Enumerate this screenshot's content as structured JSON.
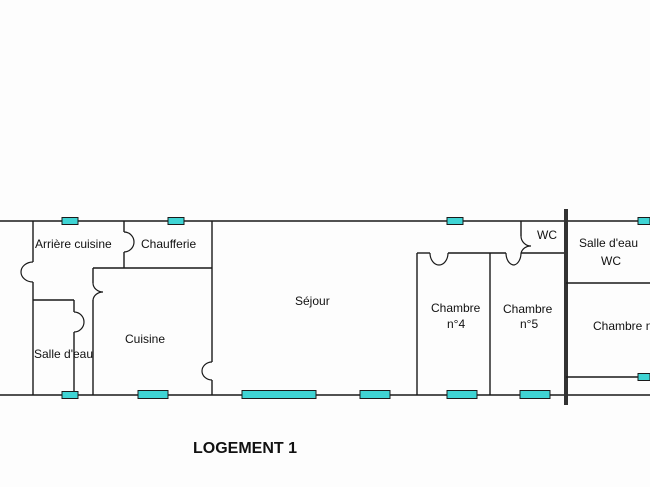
{
  "plan": {
    "title": "LOGEMENT 1",
    "window_color": "#3fd4d4",
    "wall_color": "#1a1a1a",
    "rooms": {
      "arriere_cuisine": "Arrière cuisine",
      "chaufferie": "Chaufferie",
      "sejour": "Séjour",
      "wc": "WC",
      "salle_eau_right_line1": "Salle d'eau",
      "salle_eau_right_line2": "WC",
      "salle_eau_left": "Salle d'eau",
      "cuisine": "Cuisine",
      "chambre4_line1": "Chambre",
      "chambre4_line2": "n°4",
      "chambre5_line1": "Chambre",
      "chambre5_line2": "n°5",
      "chambre_right": "Chambre n"
    }
  }
}
